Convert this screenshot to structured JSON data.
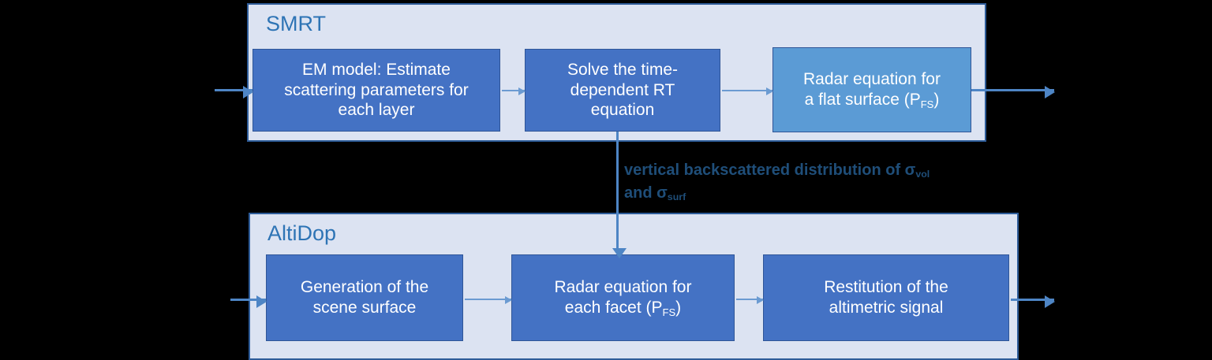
{
  "diagram": {
    "title_hidden": "",
    "colors": {
      "group_fill": "#DCE3F2",
      "group_border": "#2E5C99",
      "box_dark": "#4472C4",
      "box_light": "#5B9BD5",
      "arrow": "#4E85C5",
      "arrow_thin": "#6B9BD2",
      "group_label_text": "#2E74B5",
      "annotation_text": "#1F4E79",
      "box_text": "#FFFFFF",
      "background": "#000000"
    },
    "groups": [
      {
        "id": "smrt",
        "label": "SMRT",
        "boxes": [
          {
            "id": "em-model",
            "style": "dark",
            "line1": "EM model: Estimate",
            "line2": "scattering parameters for",
            "line3": "each layer"
          },
          {
            "id": "solve-rt",
            "style": "dark",
            "line1": "Solve the time-",
            "line2": "dependent RT",
            "line3": "equation"
          },
          {
            "id": "radar-flat",
            "style": "light",
            "line1": "Radar equation for",
            "line2_pre": "a flat surface (P",
            "line2_sub": "FS",
            "line2_post": ")"
          }
        ]
      },
      {
        "id": "altidop",
        "label": "AltiDop",
        "boxes": [
          {
            "id": "scene-surface",
            "style": "dark",
            "line1": "Generation of the",
            "line2": "scene surface"
          },
          {
            "id": "radar-facet",
            "style": "dark",
            "line1": "Radar equation for",
            "line2_pre": "each facet (P",
            "line2_sub": "FS",
            "line2_post": ")"
          },
          {
            "id": "restitution",
            "style": "dark",
            "line1": "Restitution of the",
            "line2": "altimetric signal"
          }
        ]
      }
    ],
    "annotation": {
      "line1_pre": "vertical backscattered distribution of σ",
      "line1_sub": "vol",
      "line2_pre": "and σ",
      "line2_sub": "surf"
    },
    "arrows": [
      {
        "id": "smrt-input",
        "kind": "horizontal"
      },
      {
        "id": "em-to-solve",
        "kind": "horizontal"
      },
      {
        "id": "solve-to-radar",
        "kind": "horizontal"
      },
      {
        "id": "smrt-output",
        "kind": "horizontal"
      },
      {
        "id": "smrt-to-altidop",
        "kind": "vertical"
      },
      {
        "id": "altidop-input",
        "kind": "horizontal"
      },
      {
        "id": "scene-to-facet",
        "kind": "horizontal"
      },
      {
        "id": "facet-to-restit",
        "kind": "horizontal"
      },
      {
        "id": "altidop-output",
        "kind": "horizontal"
      }
    ]
  }
}
